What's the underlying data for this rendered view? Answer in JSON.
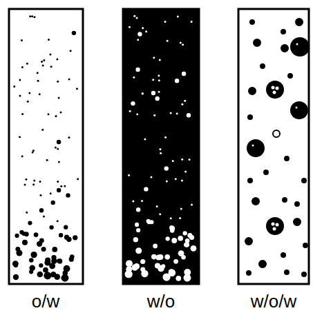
{
  "diagram": {
    "labels": [
      "o/w",
      "w/o",
      "w/o/w"
    ]
  }
}
